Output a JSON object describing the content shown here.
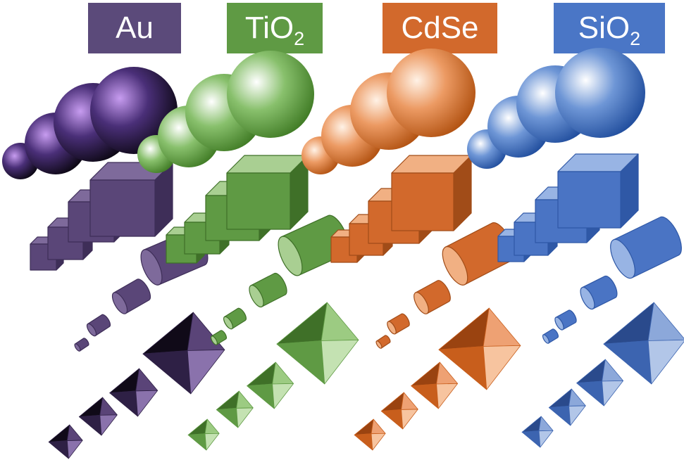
{
  "materials": [
    {
      "key": "au",
      "name": "Au",
      "subscript": "",
      "colors": {
        "base": "#5a4678",
        "light": "#7e6a9b",
        "dark": "#3e2e58",
        "label_bg": "#5b4a7a"
      },
      "sphere": {
        "highlight": "#c79cf0",
        "mid": "#4a2f78",
        "edge": "#0a0610"
      },
      "pyramid": {
        "light": "#8a72ac",
        "mid": "#5a4478",
        "dark": "#2e2045",
        "darkest": "#100a18"
      }
    },
    {
      "key": "tio2",
      "name": "TiO",
      "subscript": "2",
      "colors": {
        "base": "#5f9a44",
        "light": "#a9cf92",
        "dark": "#3f7028",
        "label_bg": "#5f9a44"
      },
      "sphere": {
        "highlight": "#ffffff",
        "mid": "#88c06c",
        "edge": "#3f7a24"
      },
      "pyramid": {
        "light": "#c4e2b2",
        "mid": "#9ccb82",
        "dark": "#5f9a44",
        "darkest": "#3f7028"
      }
    },
    {
      "key": "cdse",
      "name": "CdSe",
      "subscript": "",
      "colors": {
        "base": "#d2692c",
        "light": "#f1b083",
        "dark": "#a14c18",
        "label_bg": "#d2692c"
      },
      "sphere": {
        "highlight": "#fff2e6",
        "mid": "#ec9a63",
        "edge": "#b0500f"
      },
      "pyramid": {
        "light": "#f7c49f",
        "mid": "#eea173",
        "dark": "#c85e1c",
        "darkest": "#9a4310"
      }
    },
    {
      "key": "sio2",
      "name": "SiO",
      "subscript": "2",
      "colors": {
        "base": "#4a74c4",
        "light": "#98b4e4",
        "dark": "#2f58a6",
        "label_bg": "#4a76c6"
      },
      "sphere": {
        "highlight": "#ffffff",
        "mid": "#6e96d6",
        "edge": "#1f4c9c"
      },
      "pyramid": {
        "light": "#b2c6e8",
        "mid": "#8ca8da",
        "dark": "#3c64b0",
        "darkest": "#2a4a8c"
      }
    }
  ]
}
